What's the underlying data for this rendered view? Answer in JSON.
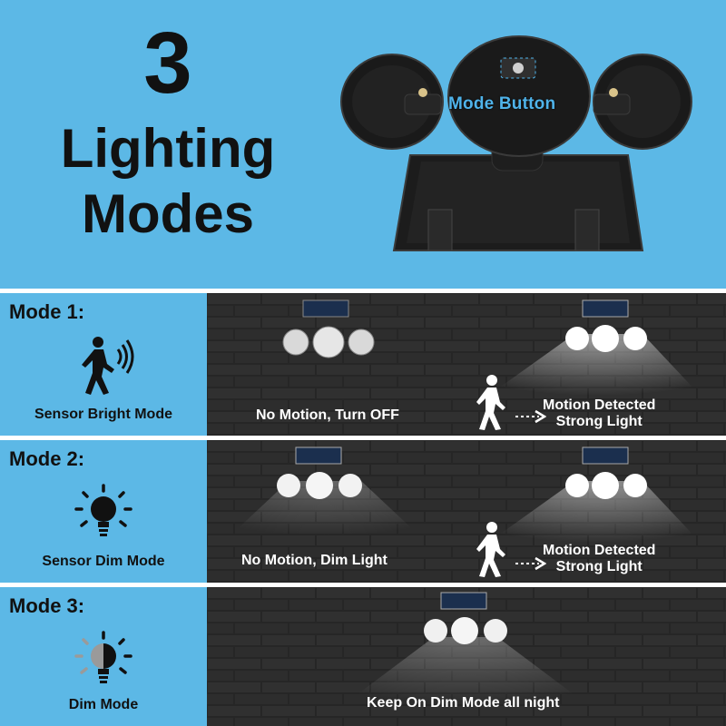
{
  "header": {
    "number": "3",
    "line1": "Lighting",
    "line2": "Modes",
    "mode_button_label": "Mode Button"
  },
  "modes": [
    {
      "title": "Mode 1:",
      "label": "Sensor Bright Mode",
      "icon": "motion-sensor-icon",
      "caption_left": "No Motion, Turn OFF",
      "caption_right_1": "Motion Detected",
      "caption_right_2": "Strong Light"
    },
    {
      "title": "Mode 2:",
      "label": "Sensor Dim Mode",
      "icon": "bright-bulb-icon",
      "caption_left": "No Motion, Dim Light",
      "caption_right_1": "Motion Detected",
      "caption_right_2": "Strong Light"
    },
    {
      "title": "Mode 3:",
      "label": "Dim Mode",
      "icon": "dim-bulb-icon",
      "caption_center": "Keep On Dim Mode all night"
    }
  ],
  "colors": {
    "background": "#5cb8e6",
    "accent_label": "#4fb3ea",
    "wall": "#2b2b2b"
  }
}
